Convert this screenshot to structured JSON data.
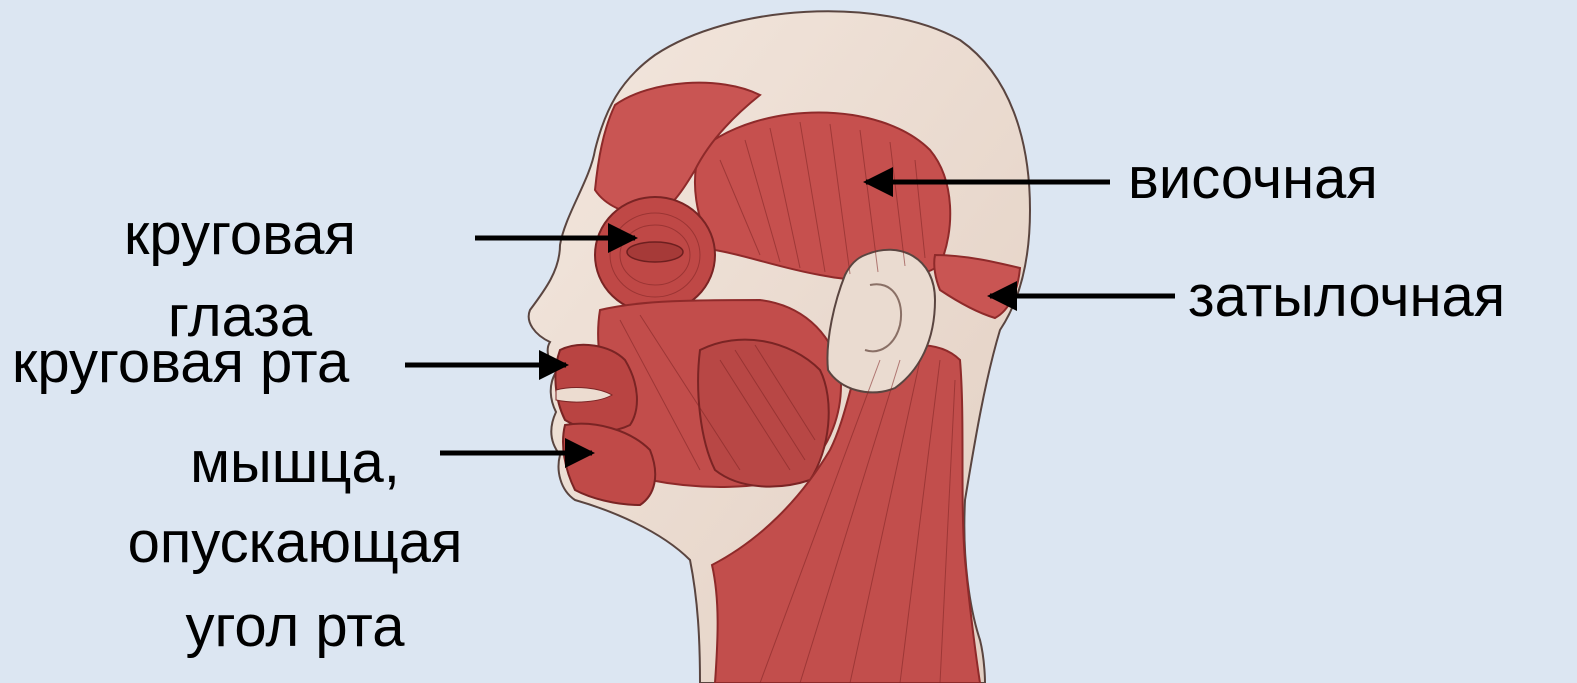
{
  "labels": {
    "temporal": "височная",
    "occipital": "затылочная",
    "orbicularis_oculi_1": "круговая",
    "orbicularis_oculi_2": "глаза",
    "orbicularis_oris": "круговая рта",
    "depressor_1": "мышца,",
    "depressor_2": "опускающая",
    "depressor_3": "угол рта"
  },
  "colors": {
    "background": "#dce6f2",
    "skin": "#ecdcd0",
    "muscle": "#c6504e",
    "muscle_dark": "#8e2a2a",
    "tendon": "#efe3d6",
    "arrow": "#000000"
  }
}
